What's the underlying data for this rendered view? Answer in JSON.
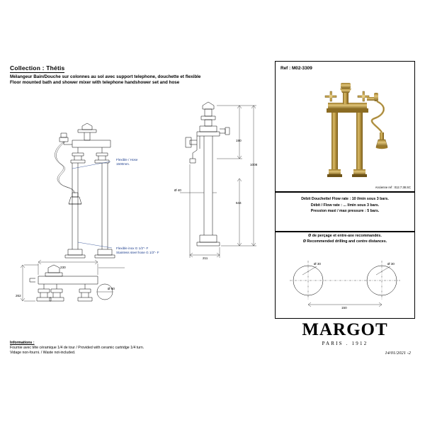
{
  "document": {
    "collection_label": "Collection : Thétis",
    "description_fr": "Mélangeur Bain/Douche sur colonnes au sol avec support telephone, douchette et flexible",
    "description_en": "Floor mounted bath and shower mixer with telephone handshower set and hose",
    "informations_label": "Informations :",
    "informations_lines": [
      "Fournie avec tête céramique 1/4 de tour / Provided with ceramic cartridge 1/4 turn.",
      "Vidage non-fourni. / Waste not-included."
    ]
  },
  "callouts": {
    "hose": "Flexible / Hose\n1500mm.",
    "hose_line1": "Flexible / Hose",
    "hose_line2": "1500mm.",
    "inox_line1": "Flexible inox G 1/2\"- F",
    "inox_line2": "Stainless steel hose G 1/2\"- F"
  },
  "dimensions": {
    "d40": "Ø 40",
    "d80": "Ø 80",
    "d30_left": "Ø 30",
    "d30_right": "Ø 30",
    "h190": "190",
    "h1008": "1008",
    "h644": "644",
    "h190_top": "190",
    "w211": "211",
    "w230": "230",
    "h262": "262",
    "w150": "150"
  },
  "panels": {
    "photo": {
      "ref_label": "Ref : M02-3309",
      "ancienne_ref": "Ancienne ref : 012.7.38.SC"
    },
    "specs": {
      "lines": [
        "Débit Douchette/ Flow rate : 10 l/min sous 3 bars.",
        "Débit / Flow rate : ... l/min sous 3 bars.",
        "Pression maxi / max pressure : 5 bars."
      ]
    },
    "drilling": {
      "lines": [
        "Ø de perçage et entre-axe recommandés.",
        "Ø Recommended drilling and centre distances."
      ]
    }
  },
  "brand": {
    "name": "MARGOT",
    "subtitle": "PARIS . 1912",
    "date": "14/01/2021 -2"
  }
}
